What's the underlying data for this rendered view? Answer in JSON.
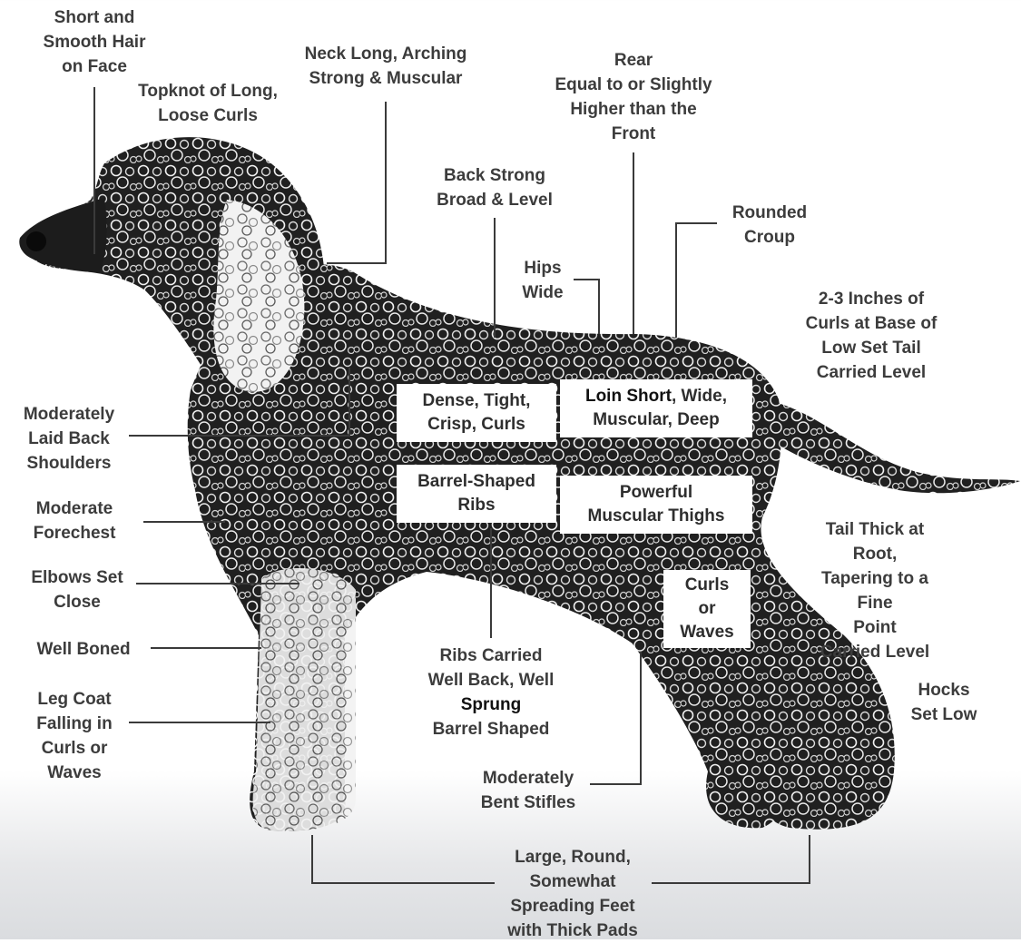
{
  "colors": {
    "leader": "#3a3a3a",
    "coat_dark": "#1e1e1e",
    "coat_light": "#f4f4f4",
    "text": "#3c3c3c"
  },
  "labels": {
    "face_hair": "Short and\nSmooth Hair\non Face",
    "topknot": "Topknot of Long,\nLoose Curls",
    "neck": "Neck Long, Arching\nStrong & Muscular",
    "rear": "Rear\nEqual to or Slightly\nHigher than the\nFront",
    "back": "Back Strong\nBroad & Level",
    "croup": "Rounded\nCroup",
    "hips": "Hips\nWide",
    "tail_curls": "2-3 Inches of\nCurls at Base of\nLow Set Tail\nCarried Level",
    "shoulders": "Moderately\nLaid Back\nShoulders",
    "coat": "Dense, Tight,\nCrisp, Curls",
    "loin_lead": "Loin Short",
    "loin_rest": ", Wide,\nMuscular, Deep",
    "ribs_shape": "Barrel-Shaped\nRibs",
    "thighs": "Powerful\nMuscular Thighs",
    "forechest": "Moderate\nForechest",
    "tail_root": "Tail Thick at Root,\nTapering to a Fine\nPoint\nCarried Level",
    "elbows": "Elbows Set\nClose",
    "curls_waves": "Curls\nor\nWaves",
    "boned": "Well Boned",
    "ribs_back_1": "Ribs Carried\nWell Back, Well",
    "ribs_back_2": "Sprung",
    "ribs_back_3": "Barrel Shaped",
    "hocks": "Hocks\nSet Low",
    "leg_coat": "Leg Coat\nFalling in\nCurls or\nWaves",
    "stifles": "Moderately\nBent Stifles",
    "feet": "Large, Round,\nSomewhat\nSpreading Feet\nwith Thick Pads"
  }
}
